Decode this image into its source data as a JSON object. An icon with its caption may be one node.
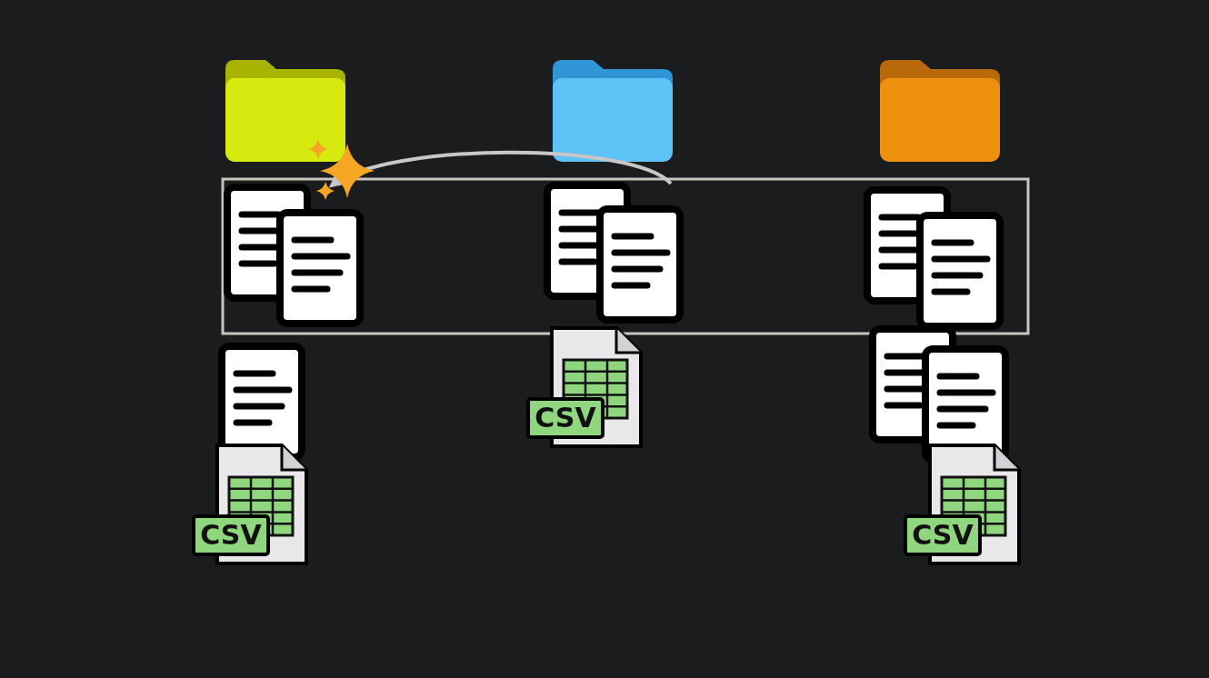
{
  "diagram": {
    "nodes": [
      {
        "text": [],
        "shape": "picture"
      },
      {
        "text": [],
        "shape": "picture"
      },
      {
        "text": [
          "CSV"
        ]
      },
      {
        "text": [
          "CSV"
        ]
      },
      {
        "text": [
          "CSV"
        ]
      }
    ],
    "edges": [
      {
        "from": 1,
        "to": 0,
        "arrow": "to"
      }
    ]
  }
}
